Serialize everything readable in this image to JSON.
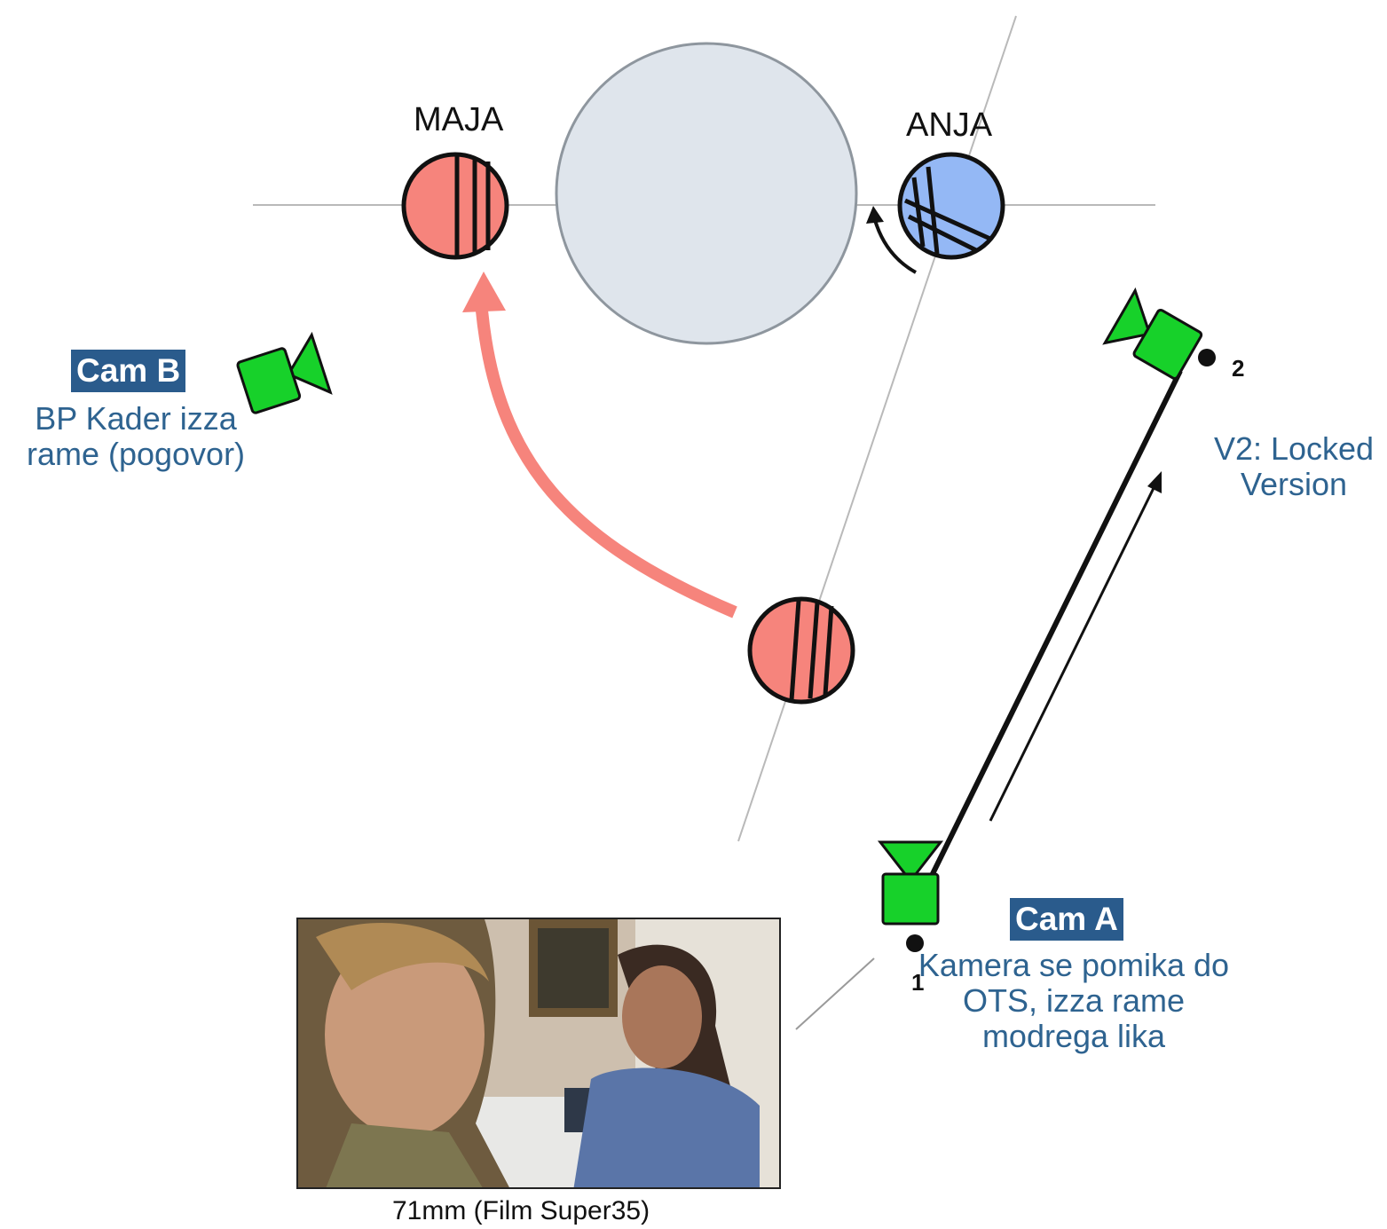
{
  "characters": {
    "maja": {
      "name": "MAJA",
      "color": "#f6847c"
    },
    "anja": {
      "name": "ANJA",
      "color": "#94b8f5"
    }
  },
  "cameras": {
    "cam_b": {
      "tag": "Cam B",
      "note_line1": "BP Kader izza",
      "note_line2": "rame (pogovor)",
      "color": "#17d12a"
    },
    "cam_a": {
      "tag": "Cam A",
      "note_line1": "Kamera se pomika do",
      "note_line2": "OTS, izza rame",
      "note_line3": "modrega lika",
      "start_marker": "1",
      "end_marker": "2",
      "end_note_line1": "V2: Locked",
      "end_note_line2": "Version",
      "color": "#17d12a"
    }
  },
  "frame": {
    "caption": "71mm (Film Super35)"
  },
  "colors": {
    "table": "#dfe5ec",
    "table_stroke": "#8e969e",
    "movement_arrow": "#f6847c",
    "note_text": "#2e6390",
    "tag_bg": "#2a5b8c"
  }
}
